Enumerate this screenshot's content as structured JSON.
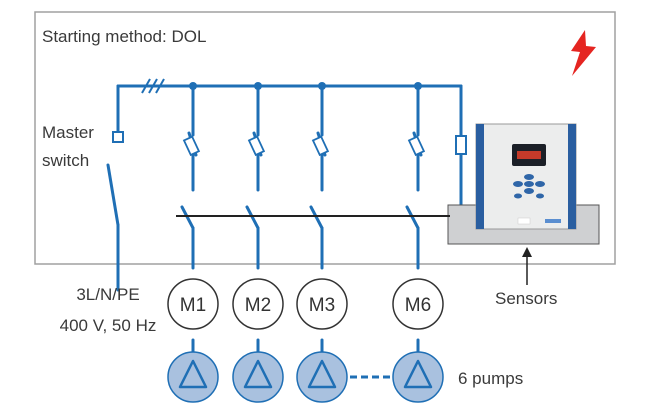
{
  "title": "Starting method: DOL",
  "master_switch": {
    "line1": "Master",
    "line2": "switch"
  },
  "supply": {
    "line1": "3L/N/PE",
    "line2": "400 V, 50 Hz"
  },
  "sensors_label": "Sensors",
  "pumps_label": "6 pumps",
  "motors": [
    "M1",
    "M2",
    "M3",
    "M6"
  ],
  "colors": {
    "wire": "#1f6fb5",
    "frame": "#a0a0a0",
    "pump_fill": "#a9c1df",
    "lightning": "#e52521",
    "controller_box": "#cfd0d2"
  },
  "icons": {
    "hazard": "lightning-icon",
    "pump": "pump-triangle-icon"
  }
}
